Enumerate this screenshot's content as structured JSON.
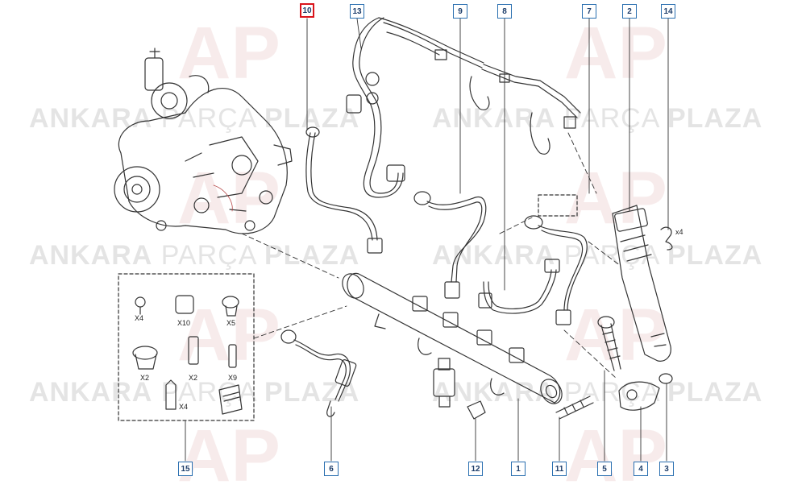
{
  "watermark": {
    "word1": "ANKARA",
    "word2": "PARÇA",
    "word3": "PLAZA",
    "logo": "AP"
  },
  "callouts": {
    "c10": "10",
    "c13": "13",
    "c9": "9",
    "c8": "8",
    "c7": "7",
    "c2": "2",
    "c14": "14",
    "c15": "15",
    "c6": "6",
    "c12": "12",
    "c1": "1",
    "c11": "11",
    "c5": "5",
    "c4": "4",
    "c3": "3"
  },
  "quantities": {
    "x4_clip": "x4",
    "x4_a": "X4",
    "x10": "X10",
    "x5": "X5",
    "x2_a": "X2",
    "x2_b": "X2",
    "x9": "X9",
    "x4_b": "X4"
  },
  "colors": {
    "callout_border": "#2a6fb0",
    "highlight": "#d9141b",
    "line": "#333333"
  }
}
